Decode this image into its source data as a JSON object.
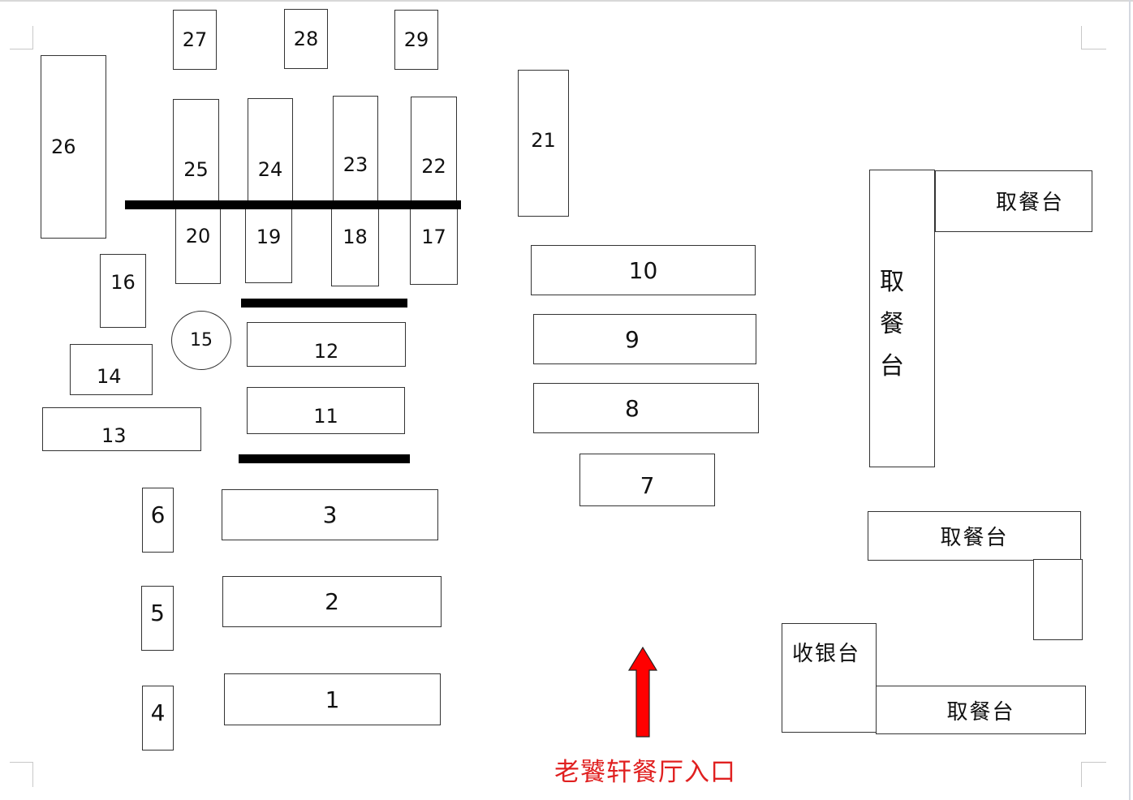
{
  "floor_plan": {
    "title": "老饕轩餐厅入口",
    "tables": [
      {
        "id": "1",
        "label": "1"
      },
      {
        "id": "2",
        "label": "2"
      },
      {
        "id": "3",
        "label": "3"
      },
      {
        "id": "4",
        "label": "4"
      },
      {
        "id": "5",
        "label": "5"
      },
      {
        "id": "6",
        "label": "6"
      },
      {
        "id": "7",
        "label": "7"
      },
      {
        "id": "8",
        "label": "8"
      },
      {
        "id": "9",
        "label": "9"
      },
      {
        "id": "10",
        "label": "10"
      },
      {
        "id": "11",
        "label": "11"
      },
      {
        "id": "12",
        "label": "12"
      },
      {
        "id": "13",
        "label": "13"
      },
      {
        "id": "14",
        "label": "14"
      },
      {
        "id": "15",
        "label": "15"
      },
      {
        "id": "16",
        "label": "16"
      },
      {
        "id": "17",
        "label": "17"
      },
      {
        "id": "18",
        "label": "18"
      },
      {
        "id": "19",
        "label": "19"
      },
      {
        "id": "20",
        "label": "20"
      },
      {
        "id": "21",
        "label": "21"
      },
      {
        "id": "22",
        "label": "22"
      },
      {
        "id": "23",
        "label": "23"
      },
      {
        "id": "24",
        "label": "24"
      },
      {
        "id": "25",
        "label": "25"
      },
      {
        "id": "26",
        "label": "26"
      },
      {
        "id": "27",
        "label": "27"
      },
      {
        "id": "28",
        "label": "28"
      },
      {
        "id": "29",
        "label": "29"
      }
    ],
    "counters": {
      "pickup_top": "取餐台",
      "pickup_vertical": [
        "取",
        "餐",
        "台"
      ],
      "pickup_middle": "取餐台",
      "pickup_bottom": "取餐台",
      "cashier": "收银台"
    },
    "entrance": {
      "label": "老饕轩餐厅入口",
      "arrow_color": "#ff0000",
      "text_color": "#e02020"
    }
  }
}
